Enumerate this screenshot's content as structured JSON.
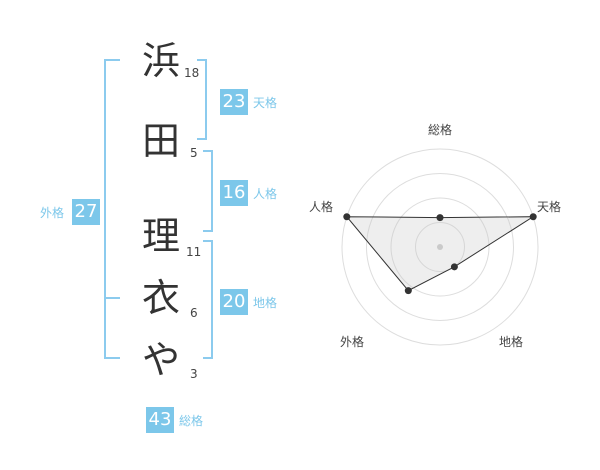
{
  "name": {
    "chars": [
      {
        "char": "浜",
        "strokes": "18"
      },
      {
        "char": "田",
        "strokes": "5"
      },
      {
        "char": "理",
        "strokes": "11"
      },
      {
        "char": "衣",
        "strokes": "6"
      },
      {
        "char": "や",
        "strokes": "3"
      }
    ]
  },
  "fortunes": {
    "tenkaku": {
      "value": "23",
      "label": "天格"
    },
    "jinkaku": {
      "value": "16",
      "label": "人格"
    },
    "chikaku": {
      "value": "20",
      "label": "地格"
    },
    "gaikaku": {
      "value": "27",
      "label": "外格"
    },
    "soukaku": {
      "value": "43",
      "label": "総格"
    }
  },
  "colors": {
    "accent": "#7cc7ea",
    "bracket": "#8ccbee",
    "text": "#333333"
  },
  "chart_data": {
    "type": "radar",
    "axes": [
      "総格",
      "天格",
      "地格",
      "外格",
      "人格"
    ],
    "values": [
      0.3,
      1.0,
      0.25,
      0.55,
      1.0
    ],
    "rings": 4
  }
}
